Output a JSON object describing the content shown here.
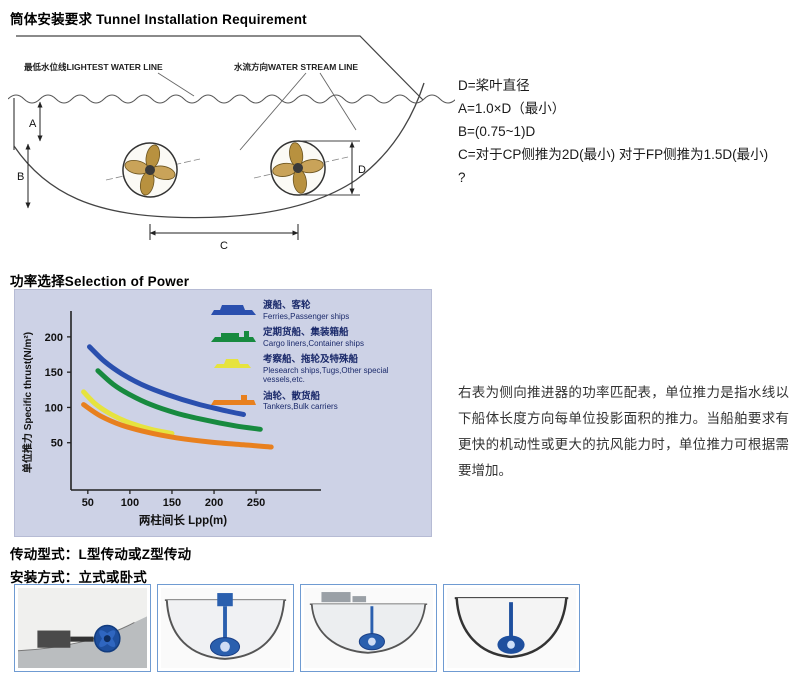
{
  "sections": {
    "tunnel_title": "筒体安装要求 Tunnel Installation Requirement",
    "power_title": "功率选择Selection of Power",
    "transmission_line": "传动型式：L型传动或Z型传动",
    "installation_line": "安装方式：立式或卧式"
  },
  "drawing": {
    "lightest_water_line_label": "最低水位线LIGHTEST WATER LINE",
    "water_stream_line_label": "水流方向WATER STREAM LINE",
    "dim_a": "A",
    "dim_b": "B",
    "dim_c": "C",
    "dim_d": "D"
  },
  "dimension_notes": {
    "line1": "D=桨叶直径",
    "line2": "A=1.0×D（最小）",
    "line3": "B=(0.75~1)D",
    "line4": "C=对于CP侧推为2D(最小) 对于FP侧推为1.5D(最小)",
    "line5": "?"
  },
  "power_note": "右表为侧向推进器的功率匹配表，单位推力是指水线以下船体长度方向每单位投影面积的推力。当船舶要求有更快的机动性或更大的抗风能力时，单位推力可根据需要增加。",
  "chart_data": {
    "type": "line",
    "title": "",
    "xlabel": "两柱间长 Lpp(m)",
    "ylabel": "单位推力 Specific thrust(N/m²)",
    "xticks": [
      50,
      100,
      150,
      200,
      250
    ],
    "yticks": [
      50,
      100,
      150,
      200
    ],
    "xlim": [
      30,
      320
    ],
    "ylim": [
      -17,
      231
    ],
    "grid": false,
    "legend_position": "top-right",
    "panel_color": "#cdd2e6",
    "series": [
      {
        "name": "渡船、客轮 Ferries,Passenger ships",
        "cn": "渡船、客轮",
        "en": "Ferries,Passenger ships",
        "color": "#2a4fae",
        "x": [
          52,
          70,
          90,
          115,
          145,
          180,
          215,
          235
        ],
        "y": [
          186,
          165,
          148,
          132,
          118,
          105,
          95,
          90
        ]
      },
      {
        "name": "定期货船、集装箱船 Cargo liners,Container ships",
        "cn": "定期货船、集装箱船",
        "en": "Cargo liners,Container ships",
        "color": "#178a3f",
        "x": [
          62,
          80,
          100,
          125,
          155,
          190,
          225,
          255
        ],
        "y": [
          152,
          133,
          118,
          104,
          92,
          82,
          74,
          69
        ]
      },
      {
        "name": "考察船、拖轮及特殊船 Plesearch ships,Tugs,Other special vessels,etc.",
        "cn": "考察船、拖轮及特殊船",
        "en": "Plesearch ships,Tugs,Other special vessels,etc.",
        "color": "#e6e33e",
        "x": [
          45,
          60,
          78,
          100,
          125,
          150
        ],
        "y": [
          122,
          104,
          90,
          78,
          69,
          63
        ]
      },
      {
        "name": "油轮、散货船 Tankers,Bulk carriers",
        "cn": "油轮、散货船",
        "en": "Tankers,Bulk carriers",
        "color": "#e8801e",
        "x": [
          45,
          65,
          90,
          120,
          155,
          195,
          235,
          268
        ],
        "y": [
          104,
          88,
          75,
          65,
          57,
          51,
          47,
          44
        ]
      }
    ]
  }
}
